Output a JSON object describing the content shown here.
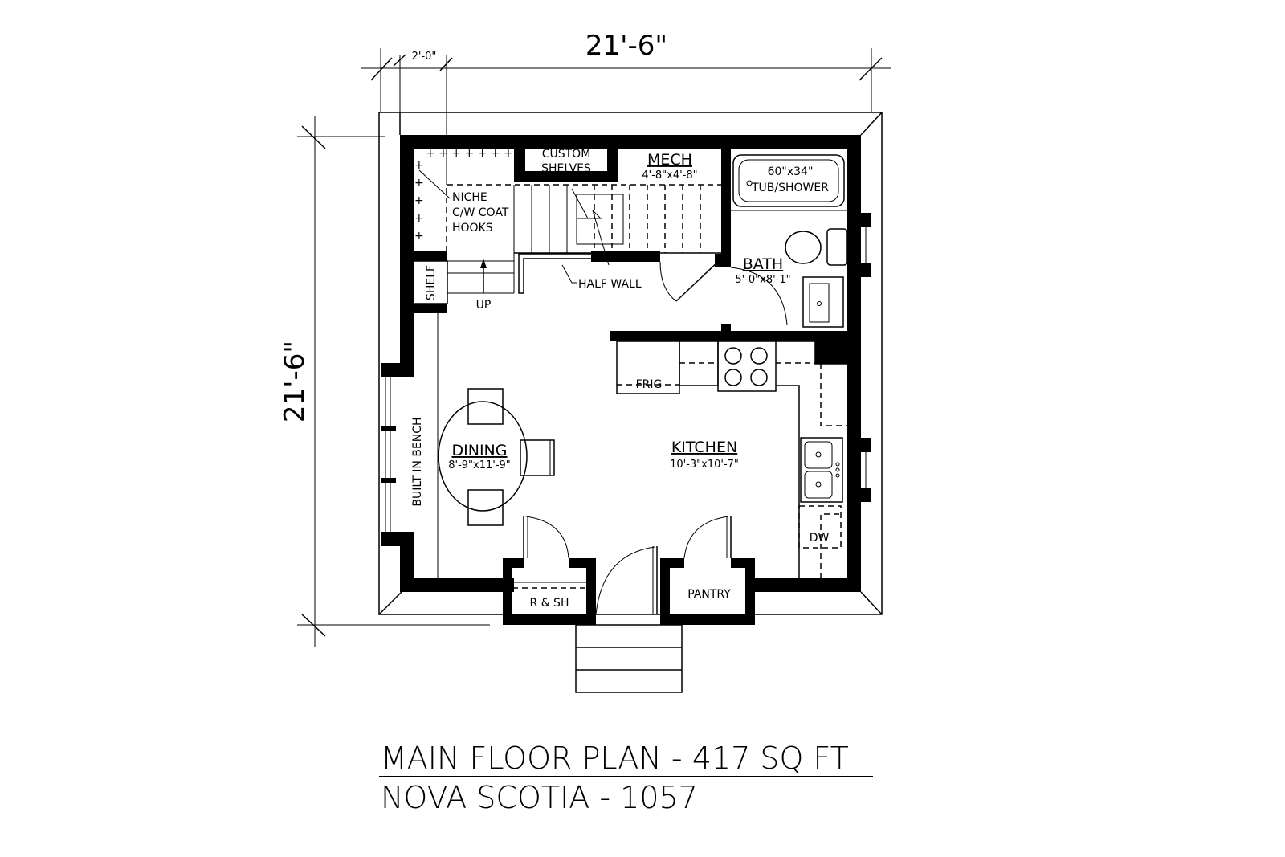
{
  "dimensions": {
    "width": "21'-6\"",
    "depth": "21'-6\"",
    "offset": "2'-0\""
  },
  "rooms": {
    "mech": {
      "name": "MECH",
      "size": "4'-8\"x4'-8\""
    },
    "bath": {
      "name": "BATH",
      "size": "5'-0\"x8'-1\""
    },
    "dining": {
      "name": "DINING",
      "size": "8'-9\"x11'-9\""
    },
    "kitchen": {
      "name": "KITCHEN",
      "size": "10'-3\"x10'-7\""
    }
  },
  "labels": {
    "custom_shelves_1": "CUSTOM",
    "custom_shelves_2": "SHELVES",
    "niche_1": "NICHE",
    "niche_2": "C/W COAT",
    "niche_3": "HOOKS",
    "shelf": "SHELF",
    "up": "UP",
    "half_wall": "HALF WALL",
    "tub_1": "60\"x34\"",
    "tub_2": "TUB/SHOWER",
    "frig": "FRIG",
    "dw": "DW",
    "bench": "BUILT IN BENCH",
    "rsh": "R & SH",
    "pantry": "PANTRY"
  },
  "title": {
    "line1": "MAIN FLOOR PLAN - 417 SQ FT",
    "line2": "NOVA SCOTIA - 1057"
  }
}
